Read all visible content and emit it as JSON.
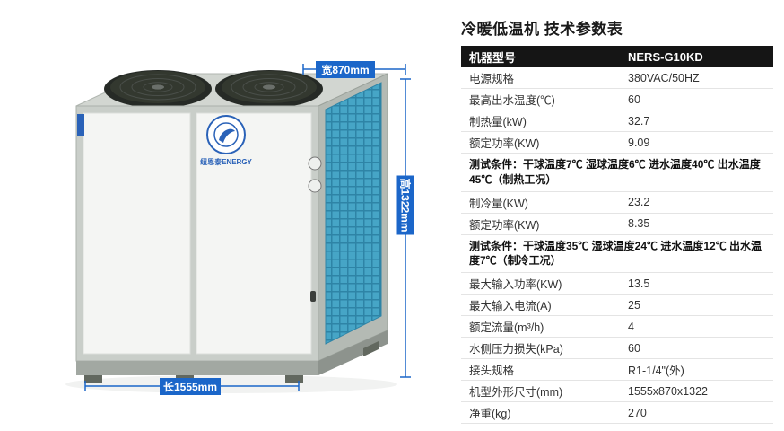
{
  "title": "冷暖低温机 技术参数表",
  "table": {
    "header": {
      "label": "机器型号",
      "value": "NERS-G10KD"
    },
    "rows": [
      {
        "label": "电源规格",
        "value": "380VAC/50HZ"
      },
      {
        "label": "最高出水温度(℃)",
        "value": "60"
      },
      {
        "label": "制热量(kW)",
        "value": "32.7"
      },
      {
        "label": "额定功率(KW)",
        "value": "9.09"
      },
      {
        "text": "测试条件：干球温度7℃ 湿球温度6℃ 进水温度40℃ 出水温度45℃（制热工况）"
      },
      {
        "label": "制冷量(KW)",
        "value": "23.2"
      },
      {
        "label": "额定功率(KW)",
        "value": "8.35"
      },
      {
        "text": "测试条件：干球温度35℃ 湿球温度24℃ 进水温度12℃ 出水温度7℃（制冷工况）"
      },
      {
        "label": "最大输入功率(KW)",
        "value": "13.5"
      },
      {
        "label": "最大输入电流(A)",
        "value": "25"
      },
      {
        "label": "额定流量(m³/h)",
        "value": "4"
      },
      {
        "label": "水侧压力损失(kPa)",
        "value": "60"
      },
      {
        "label": "接头规格",
        "value": "R1-1/4\"(外)"
      },
      {
        "label": "机型外形尺寸(mm)",
        "value": "1555x870x1322"
      },
      {
        "label": "净重(kg)",
        "value": "270"
      }
    ]
  },
  "dimensions": {
    "width_label": "宽870mm",
    "height_label": "高1322mm",
    "length_label": "长1555mm"
  },
  "product": {
    "brand": "纽恩泰ENERGY"
  },
  "colors": {
    "accent_blue": "#1b66c9",
    "table_header_bg": "#151515",
    "coil_teal": "#46a5c6",
    "logo_blue": "#2a62b8"
  }
}
